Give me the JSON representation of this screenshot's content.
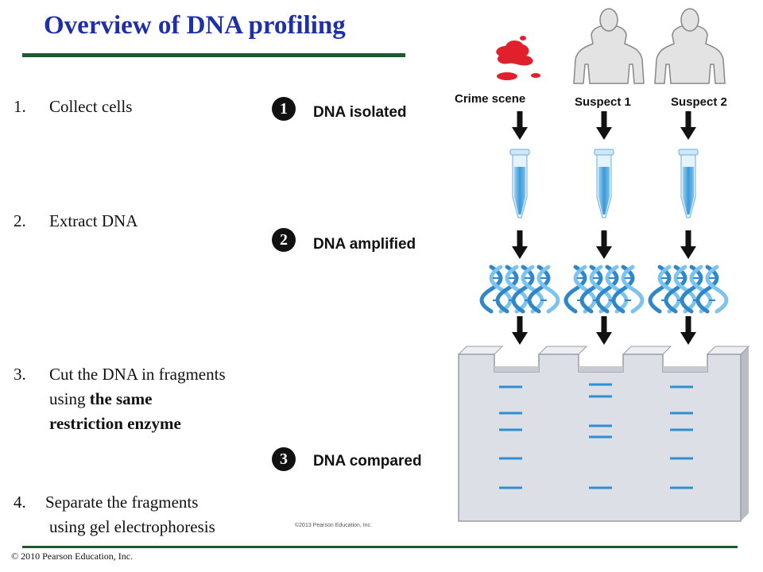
{
  "title": "Overview of DNA profiling",
  "steps": [
    {
      "number": "1.",
      "lines": [
        [
          "Collect cells",
          ""
        ]
      ]
    },
    {
      "number": "2.",
      "lines": [
        [
          "Extract DNA",
          ""
        ]
      ]
    },
    {
      "number": "3.",
      "lines": [
        [
          "Cut the DNA in fragments",
          ""
        ],
        [
          "using ",
          "the same"
        ],
        [
          "",
          "restriction enzyme"
        ]
      ]
    },
    {
      "number": "4.",
      "lines": [
        [
          "Separate the fragments",
          ""
        ],
        [
          "using gel electrophoresis",
          ""
        ]
      ]
    }
  ],
  "stages": [
    {
      "badge": "1",
      "label": "DNA isolated"
    },
    {
      "badge": "2",
      "label": "DNA amplified"
    },
    {
      "badge": "3",
      "label": "DNA compared"
    }
  ],
  "columns": [
    "Crime scene",
    "Suspect 1",
    "Suspect 2"
  ],
  "figure_credit": "©2013 Pearson Education, Inc.",
  "copyright": "© 2010 Pearson Education, Inc.",
  "colors": {
    "title": "#1f2fa8",
    "rule": "#1e5a2e",
    "blood": "#e0202a",
    "tube": "#3a9ad9",
    "dna_blue": "#3a9ad9",
    "gel": "#dcdfe5",
    "band": "#2f8fd0"
  }
}
